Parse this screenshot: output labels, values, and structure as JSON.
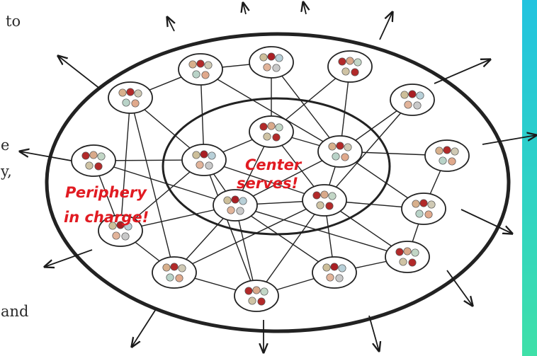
{
  "text_fragments": [
    "to",
    "e",
    "y,",
    "and"
  ],
  "labels": {
    "center_line1": "Center",
    "center_line2": "serves!",
    "periphery_line1": "Periphery",
    "periphery_line2": "in charge!"
  },
  "colors": {
    "accent_red": "#e11b22",
    "teal_bar": "#2fd3c4",
    "ink": "#1a1a1a"
  },
  "icons": [
    "team-cluster-icon",
    "outward-arrow-icon"
  ]
}
